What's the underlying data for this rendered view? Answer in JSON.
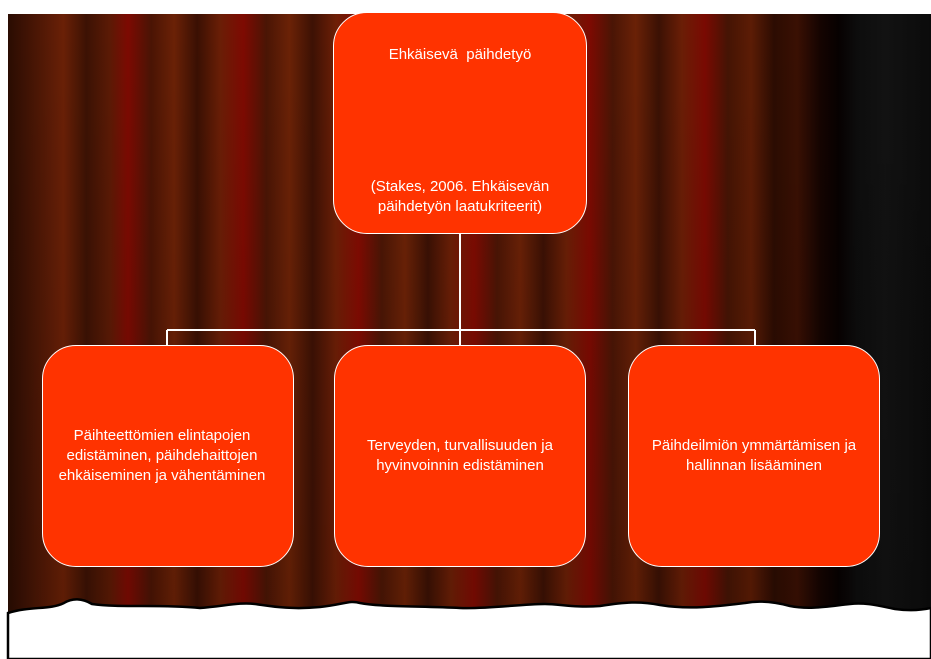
{
  "diagram": {
    "root": {
      "title": "Ehkäisevä  päihdetyö",
      "subtitle": "(Stakes, 2006. Ehkäisevän päihdetyön laatukriteerit)"
    },
    "children": [
      {
        "label": "Päihteettömien elintapojen edistäminen, päihdehaittojen ehkäiseminen ja vähentäminen"
      },
      {
        "label": "Terveyden, turvallisuuden ja hyvinvoinnin edistäminen"
      },
      {
        "label": "Päihdeilmiön ymmärtämisen ja hallinnan lisääminen"
      }
    ]
  },
  "colors": {
    "node_fill": "#ff3300",
    "node_border": "#ffffff",
    "text": "#ffffff",
    "connector": "#ffffff",
    "curtain_red": "#7e0a02",
    "curtain_brown": "#5b1a05"
  }
}
